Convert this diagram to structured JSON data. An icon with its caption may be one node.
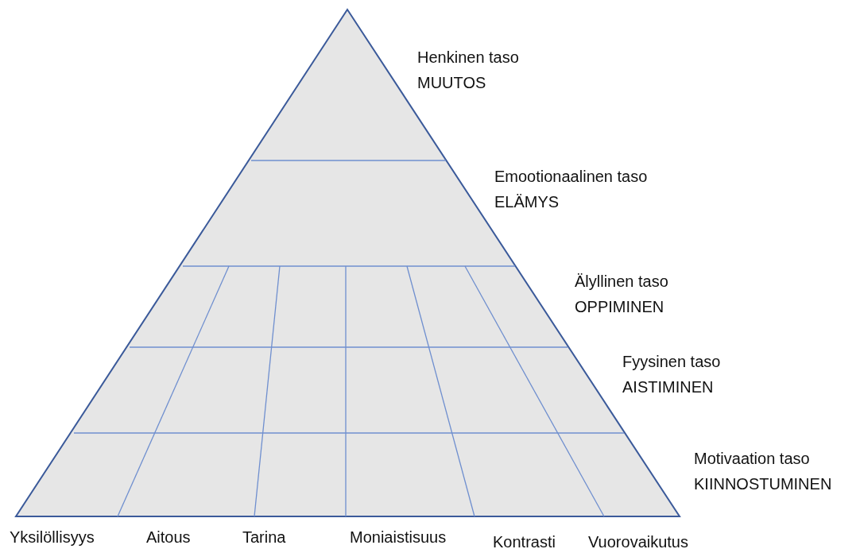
{
  "diagram": {
    "labels": [
      "Henkinen taso",
      "MUUTOS",
      "Emootionaalinen taso",
      "ELÄMYS",
      "Älyllinen taso",
      "OPPIMINEN",
      "Fyysinen taso",
      "AISTIMINEN",
      "Motivaation taso",
      "KIINNOSTUMINEN",
      "Yksilöllisyys",
      "Aitous",
      "Tarina",
      "Moniaistisuus",
      "Kontrasti",
      "Vuorovaikutus"
    ]
  }
}
